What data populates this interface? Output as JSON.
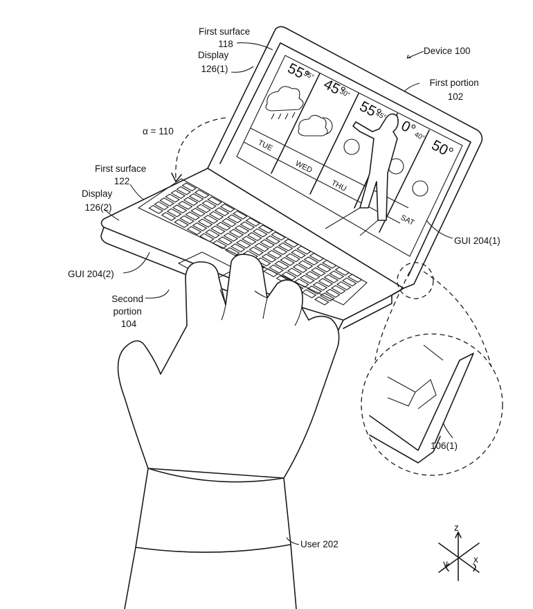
{
  "labels": {
    "first_surface_118": "First surface\n118",
    "display_126_1": "Display\n126(1)",
    "device": "Device 100",
    "first_portion": "First portion\n102",
    "angle": "α = 110",
    "first_surface_122": "First surface\n122",
    "display_126_2": "Display\n126(2)",
    "gui_204_1": "GUI 204(1)",
    "gui_204_2": "GUI 204(2)",
    "second_portion": "Second\nportion\n104",
    "hinge": "106(1)",
    "user": "User 202"
  },
  "weather": [
    {
      "temp": "55°",
      "low": "35°",
      "day": "TUE",
      "icon": "rain-cloud-icon"
    },
    {
      "temp": "45°",
      "low": "30°",
      "day": "WED",
      "icon": "cloud-sun-icon"
    },
    {
      "temp": "55°",
      "low": "45°",
      "day": "THU",
      "icon": "sun-icon"
    },
    {
      "temp": "0°",
      "low": "40°",
      "day": "",
      "icon": "sun-icon"
    },
    {
      "temp": "50°",
      "low": "",
      "day": "SAT",
      "icon": "sun-icon"
    }
  ],
  "axes": {
    "z": "z",
    "y": "y",
    "x": "x"
  }
}
